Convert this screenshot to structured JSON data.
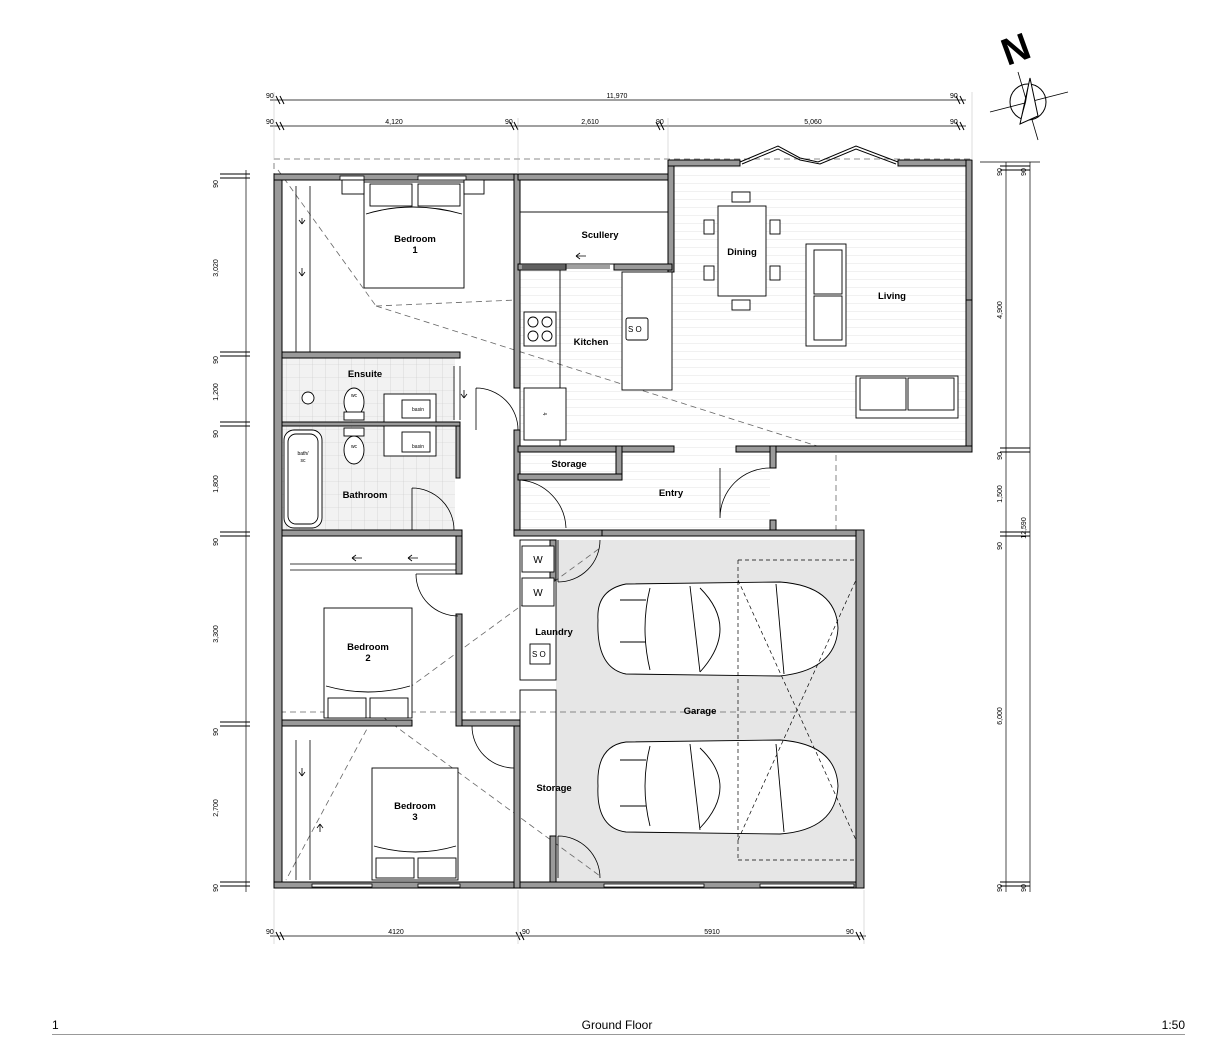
{
  "drawing": {
    "sheet_number": "1",
    "title": "Ground Floor",
    "scale": "1:50"
  },
  "north": {
    "letter": "N"
  },
  "rooms": {
    "bedroom1": [
      "Bedroom",
      "1"
    ],
    "bedroom2": [
      "Bedroom",
      "2"
    ],
    "bedroom3": [
      "Bedroom",
      "3"
    ],
    "ensuite": "Ensuite",
    "bathroom": "Bathroom",
    "scullery": "Scullery",
    "kitchen": "Kitchen",
    "dining": "Dining",
    "living": "Living",
    "storage_small": "Storage",
    "entry": "Entry",
    "laundry": "Laundry",
    "garage": "Garage",
    "storage_large": "Storage"
  },
  "fixtures": {
    "wc": "wc",
    "basin": "basin",
    "bath": [
      "bath/",
      "sc"
    ],
    "fridge": "fr",
    "sink": "S O",
    "washer": "W"
  },
  "dimensions": {
    "top_overall": [
      "90",
      "11,970",
      "90"
    ],
    "top_parts": [
      "90",
      "4,120",
      "90",
      "2,610",
      "90",
      "5,060",
      "90"
    ],
    "left": [
      "90",
      "3,020",
      "90",
      "1,200",
      "90",
      "1,800",
      "90",
      "3,300",
      "90",
      "2,700",
      "90"
    ],
    "right_inner": [
      "90",
      "4,900",
      "90",
      "1,500",
      "90",
      "6,000",
      "90"
    ],
    "right_overall": [
      "90",
      "12,590",
      "90"
    ],
    "bottom": [
      "90",
      "4120",
      "90",
      "5910",
      "90"
    ]
  }
}
